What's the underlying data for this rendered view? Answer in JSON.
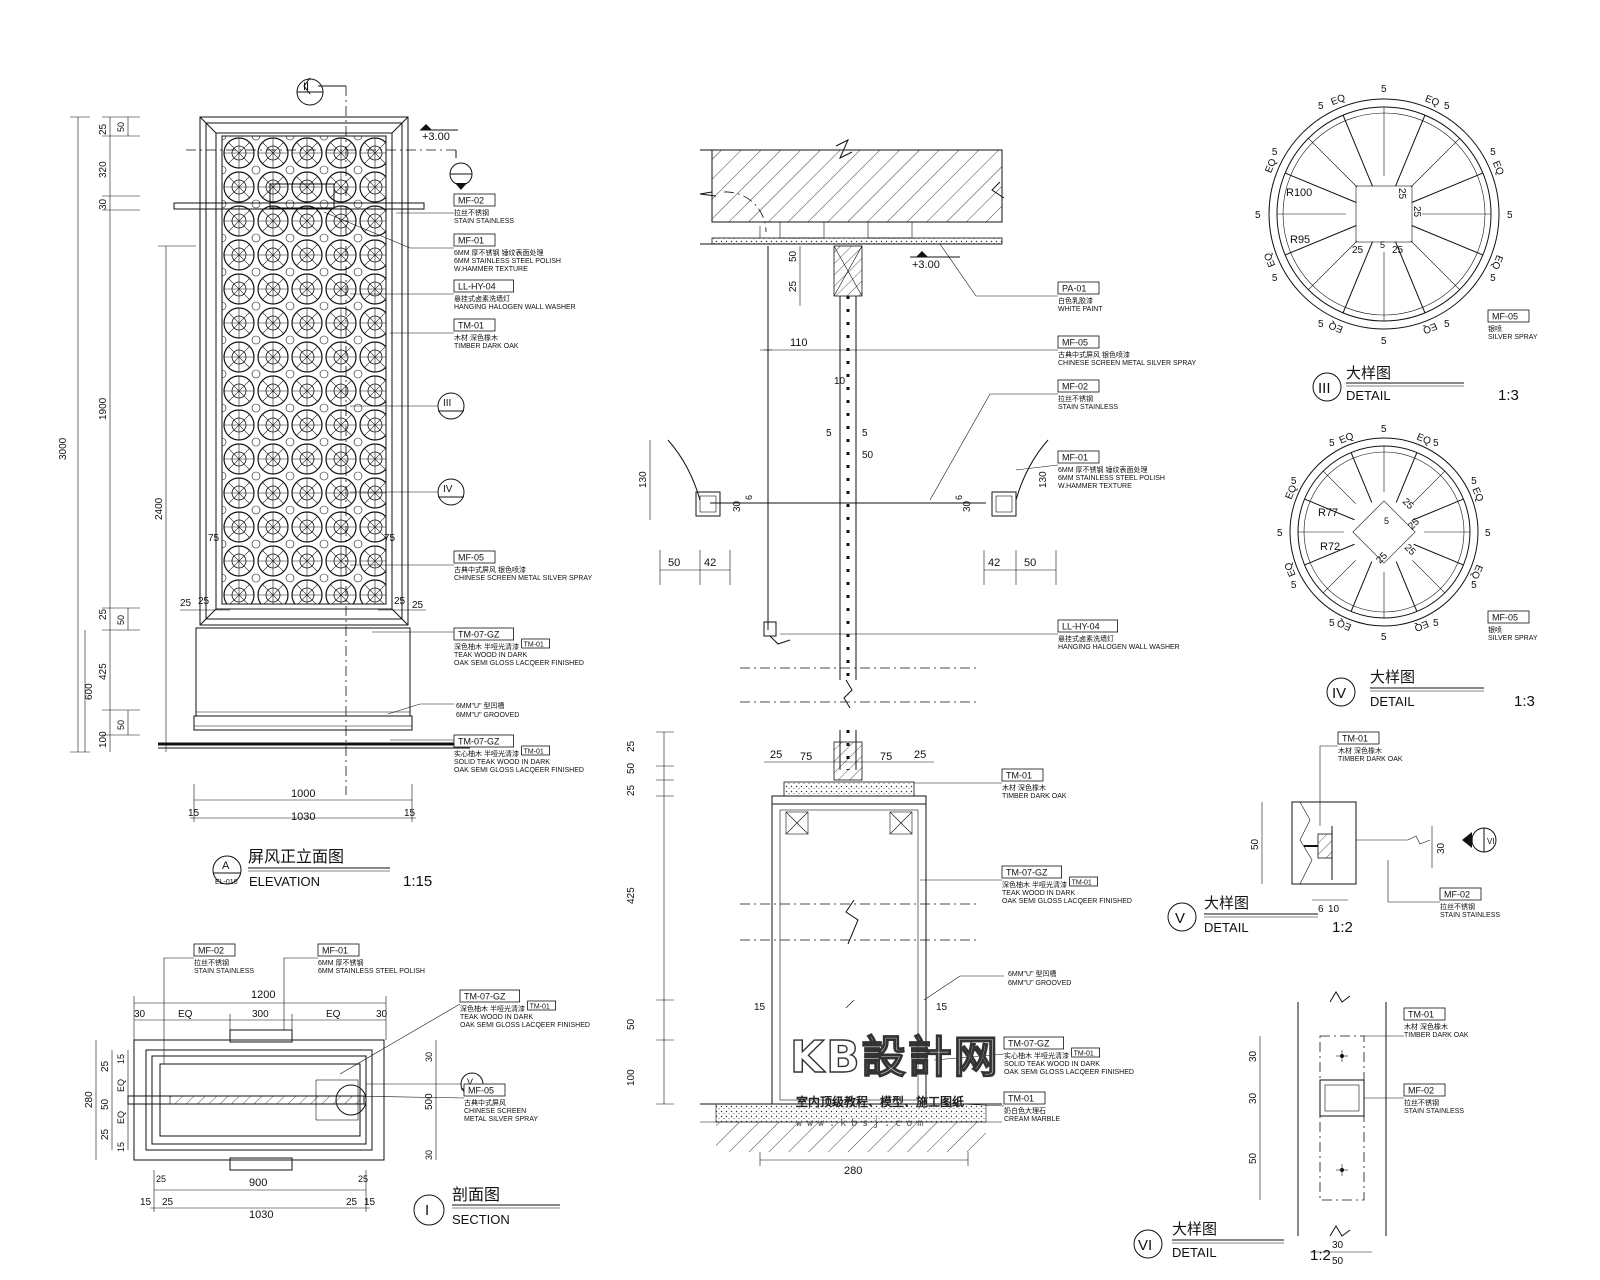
{
  "labels": [
    {
      "id": "mf02-a",
      "code": "MF-02",
      "cn": "拉丝不锈钢",
      "en": [
        "STAIN STAINLESS"
      ]
    },
    {
      "id": "mf01-a",
      "code": "MF-01",
      "cn": "6MM 厚不锈钢 锤纹表面处理",
      "en": [
        "6MM STAINLESS STEEL POLISH",
        "W.HAMMER TEXTURE"
      ]
    },
    {
      "id": "llhy04-a",
      "code": "LL-HY-04",
      "cn": "悬挂式卤素洗墙灯",
      "en": [
        "HANGING HALOGEN WALL WASHER"
      ]
    },
    {
      "id": "tm01-a",
      "code": "TM-01",
      "cn": "木材 深色橡木",
      "en": [
        "TIMBER DARK OAK"
      ]
    },
    {
      "id": "mf05-a",
      "code": "MF-05",
      "cn": "古典中式屏风 银色喷漆",
      "en": [
        "CHINESE SCREEN METAL SILVER SPRAY"
      ]
    },
    {
      "id": "tm07gz-a",
      "code": "TM-07-GZ",
      "sub": "TM-01",
      "cn": "深色柚木 半哑光清漆",
      "en": [
        "TEAK WOOD IN DARK",
        "OAK SEMI GLOSS LACQEER FINISHED"
      ]
    },
    {
      "id": "tm07gz-b",
      "code": "TM-07-GZ",
      "sub": "TM-01",
      "cn": "实心柚木 半哑光清漆",
      "en": [
        "SOLID TEAK WOOD IN DARK",
        "OAK SEMI GLOSS LACQEER FINISHED"
      ]
    },
    {
      "id": "pa01",
      "code": "PA-01",
      "cn": "白色乳胶漆",
      "en": [
        "WHITE PAINT"
      ]
    },
    {
      "id": "mf05-b",
      "code": "MF-05",
      "cn": "古典中式屏风 银色喷漆",
      "en": [
        "CHINESE SCREEN METAL SILVER SPRAY"
      ]
    },
    {
      "id": "mf02-b",
      "code": "MF-02",
      "cn": "拉丝不锈钢",
      "en": [
        "STAIN STAINLESS"
      ]
    },
    {
      "id": "mf01-b",
      "code": "MF-01",
      "cn": "6MM 厚不锈钢 锤纹表面处理",
      "en": [
        "6MM STAINLESS STEEL POLISH",
        "W.HAMMER TEXTURE"
      ]
    },
    {
      "id": "llhy04-b",
      "code": "LL-HY-04",
      "cn": "悬挂式卤素洗墙灯",
      "en": [
        "HANGING HALOGEN WALL WASHER"
      ]
    },
    {
      "id": "tm01-b",
      "code": "TM-01",
      "cn": "木材 深色橡木",
      "en": [
        "TIMBER DARK OAK"
      ]
    },
    {
      "id": "tm07gz-c",
      "code": "TM-07-GZ",
      "sub": "TM-01",
      "cn": "深色柚木 半哑光清漆",
      "en": [
        "TEAK WOOD IN DARK",
        "OAK SEMI GLOSS LACQEER FINISHED"
      ]
    },
    {
      "id": "tm07gz-d",
      "code": "TM-07-GZ",
      "sub": "TM-01",
      "cn": "实心柚木 半哑光清漆",
      "en": [
        "SOLID TEAK WOOD IN DARK",
        "OAK SEMI GLOSS LACQEER FINISHED"
      ]
    },
    {
      "id": "tm01-c",
      "code": "TM-01",
      "cn": "奶白色大理石",
      "en": [
        "CREAM MARBLE"
      ]
    },
    {
      "id": "mf05-c",
      "code": "MF-05",
      "cn": "银喷",
      "en": [
        "SILVER SPRAY"
      ]
    },
    {
      "id": "mf05-d",
      "code": "MF-05",
      "cn": "银喷",
      "en": [
        "SILVER SPRAY"
      ]
    },
    {
      "id": "tm01-d",
      "code": "TM-01",
      "cn": "木材 深色橡木",
      "en": [
        "TIMBER DARK OAK"
      ]
    },
    {
      "id": "mf02-c",
      "code": "MF-02",
      "cn": "拉丝不锈钢",
      "en": [
        "STAIN STAINLESS"
      ]
    },
    {
      "id": "tm01-e",
      "code": "TM-01",
      "cn": "木材 深色橡木",
      "en": [
        "TIMBER DARK OAK"
      ]
    },
    {
      "id": "mf02-d",
      "code": "MF-02",
      "cn": "拉丝不锈钢",
      "en": [
        "STAIN STAINLESS"
      ]
    },
    {
      "id": "mf02-e",
      "code": "MF-02",
      "cn": "拉丝不锈钢",
      "en": [
        "STAIN STAINLESS"
      ]
    },
    {
      "id": "mf01-c",
      "code": "MF-01",
      "cn": "6MM 厚不锈钢",
      "en": [
        "6MM STAINLESS STEEL POLISH"
      ]
    },
    {
      "id": "tm07gz-e",
      "code": "TM-07-GZ",
      "sub": "TM-01",
      "cn": "深色柚木 半哑光清漆",
      "en": [
        "TEAK WOOD IN DARK",
        "OAK SEMI GLOSS LACQEER FINISHED"
      ]
    },
    {
      "id": "mf05-e",
      "code": "MF-05",
      "cn": "古典中式屏风",
      "en": [
        "CHINESE SCREEN",
        "METAL SILVER SPRAY"
      ]
    }
  ],
  "notes": {
    "groove_a": {
      "cn": "6MM\"U\" 型凹槽",
      "en": "6MM\"U\" GROOVED"
    },
    "groove_b": {
      "cn": "6MM\"U\" 型凹槽",
      "en": "6MM\"U\" GROOVED"
    }
  },
  "titles": {
    "elevation": {
      "bubble": "A",
      "ref": "EL-010",
      "cn": "屏风正立面图",
      "en": "ELEVATION",
      "scale": "1:15"
    },
    "section": {
      "bubble": "I",
      "cn": "剖面图",
      "en": "SECTION"
    },
    "detail3": {
      "bubble": "III",
      "cn": "大样图",
      "en": "DETAIL",
      "scale": "1:3"
    },
    "detail4": {
      "bubble": "IV",
      "cn": "大样图",
      "en": "DETAIL",
      "scale": "1:3"
    },
    "detail5": {
      "bubble": "V",
      "cn": "大样图",
      "en": "DETAIL",
      "scale": "1:2"
    },
    "detail6": {
      "bubble": "VI",
      "cn": "大样图",
      "en": "DETAIL",
      "scale": "1:2"
    }
  },
  "markers": {
    "sec2": "II",
    "sec3": "III",
    "sec4": "IV",
    "sec5": "V",
    "sec6": "VI",
    "sec1": "I"
  },
  "levels": {
    "elev": "+3.00",
    "sect": "+3.00"
  },
  "dims": {
    "elev_left_total": "3000",
    "elev_left_2400": "2400",
    "elev_left_600": "600",
    "elev_left_segs": [
      "25",
      "320",
      "30",
      "1900",
      "25",
      "425",
      "100"
    ],
    "elev_left_inner": [
      "50",
      "50",
      "50"
    ],
    "elev_bottom": [
      "1000",
      "1030",
      "15",
      "15"
    ],
    "elev_frame": [
      "75",
      "75",
      "25",
      "25",
      "25",
      "25"
    ],
    "plan_top": [
      "1200",
      "30",
      "EQ",
      "300",
      "EQ",
      "30"
    ],
    "plan_left": [
      "280",
      "25",
      "50",
      "25",
      "15",
      "EQ",
      "EQ",
      "15"
    ],
    "plan_right": [
      "30",
      "500",
      "30"
    ],
    "plan_bottom": [
      "900",
      "1030",
      "15",
      "25",
      "25",
      "15",
      "25",
      "25"
    ],
    "sect_top": [
      "25",
      "50",
      "110",
      "10",
      "5",
      "5",
      "50"
    ],
    "sect_bracket": [
      "130",
      "30",
      "6",
      "50",
      "42",
      "42",
      "50",
      "6",
      "30",
      "130"
    ],
    "sect_lower": [
      "25",
      "75",
      "75",
      "25"
    ],
    "sect_left": [
      "25",
      "50",
      "25",
      "425",
      "50",
      "100"
    ],
    "sect_sides": [
      "15",
      "15"
    ],
    "sect_bottom": "280",
    "d3": [
      "EQ",
      "EQ",
      "EQ",
      "EQ",
      "EQ",
      "EQ",
      "EQ",
      "EQ",
      "5",
      "5",
      "5",
      "5",
      "5",
      "5",
      "5",
      "5",
      "5",
      "5",
      "5",
      "5",
      "R100",
      "R95",
      "25",
      "25",
      "25",
      "25",
      "5"
    ],
    "d4": [
      "EQ",
      "EQ",
      "EQ",
      "EQ",
      "EQ",
      "EQ",
      "EQ",
      "EQ",
      "5",
      "5",
      "5",
      "5",
      "5",
      "5",
      "5",
      "5",
      "5",
      "5",
      "5",
      "5",
      "R77",
      "R72",
      "25",
      "25",
      "25",
      "25",
      "5"
    ],
    "d5": [
      "50",
      "30",
      "6",
      "10"
    ],
    "d6": [
      "30",
      "30",
      "50",
      "30",
      "50"
    ]
  },
  "watermark": {
    "logo": "KB設計网",
    "sub": "室内顶级教程、模型、施工图纸",
    "url": "www.kbsj.com"
  }
}
